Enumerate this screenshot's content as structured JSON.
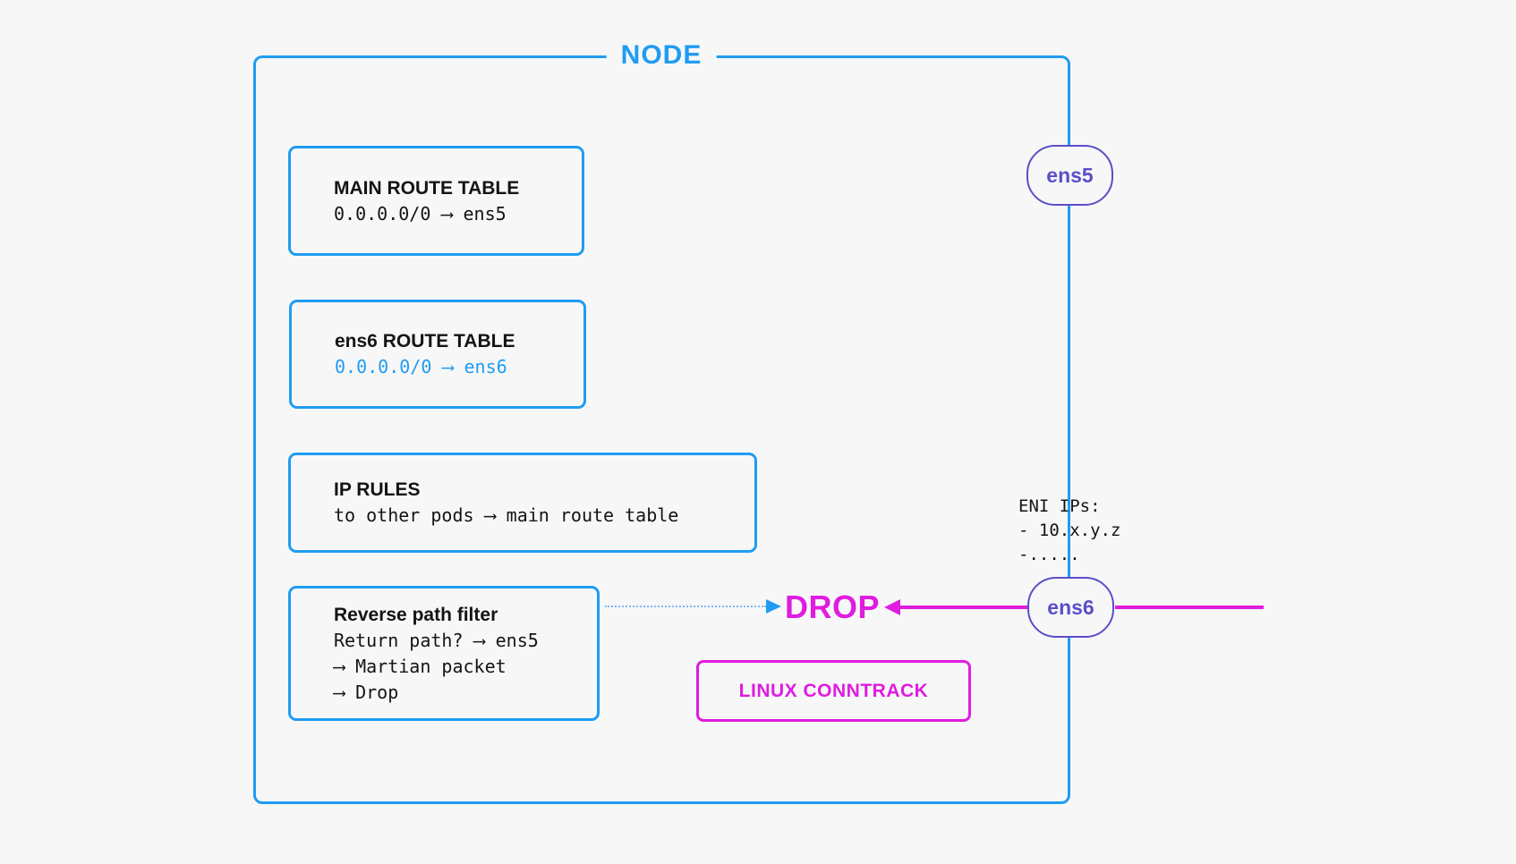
{
  "node": {
    "label": "NODE"
  },
  "boxes": {
    "main_route": {
      "title": "MAIN ROUTE TABLE",
      "line": "0.0.0.0/0 ⟶ ens5"
    },
    "ens6_route": {
      "title": "ens6 ROUTE TABLE",
      "line": "0.0.0.0/0 ⟶ ens6"
    },
    "ip_rules": {
      "title": "IP RULES",
      "line": "to other pods ⟶ main route table"
    },
    "reverse_path_filter": {
      "title": "Reverse path filter",
      "line1": "Return path? ⟶ ens5",
      "line2": "⟶ Martian packet",
      "line3": "⟶ Drop"
    }
  },
  "interfaces": {
    "ens5_label": "ens5",
    "ens6_label": "ens6"
  },
  "eni_ips": {
    "title": "ENI IPs:",
    "item1": "- 10.x.y.z",
    "item2": "-....."
  },
  "labels": {
    "drop": "DROP",
    "conntrack": "LINUX CONNTRACK"
  },
  "colors": {
    "blue": "#1f9cf2",
    "light_blue": "#7ab9f3",
    "magenta": "#e01ce0",
    "purple": "#5a4fc8",
    "text": "#141414",
    "background": "#f7f7f8"
  }
}
